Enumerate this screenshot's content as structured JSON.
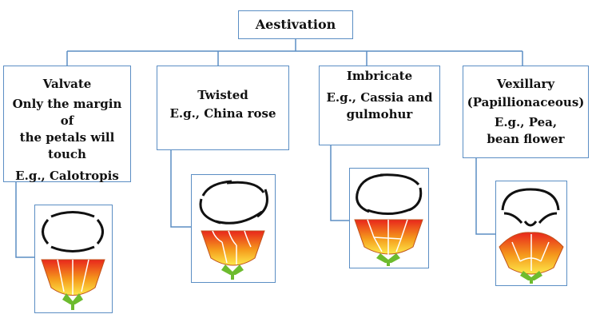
{
  "root": {
    "title": "Aestivation"
  },
  "colors": {
    "line": "#5b8ec4",
    "petal_top": "#e8261c",
    "petal_mid": "#f59a1c",
    "petal_bottom": "#fde84a",
    "sepal": "#6dbb2e"
  },
  "categories": [
    {
      "title": "Valvate",
      "lines": [
        "Only the margin of",
        "the petals will",
        "touch"
      ],
      "example": "E.g., Calotropis"
    },
    {
      "title": "Twisted",
      "lines": [],
      "example": "E.g., China rose"
    },
    {
      "title": "Imbricate",
      "lines": [],
      "example": "E.g., Cassia and gulmohur"
    },
    {
      "title": "Vexillary",
      "lines": [
        "(Papillionaceous)"
      ],
      "example": "E.g., Pea, bean flower"
    }
  ]
}
